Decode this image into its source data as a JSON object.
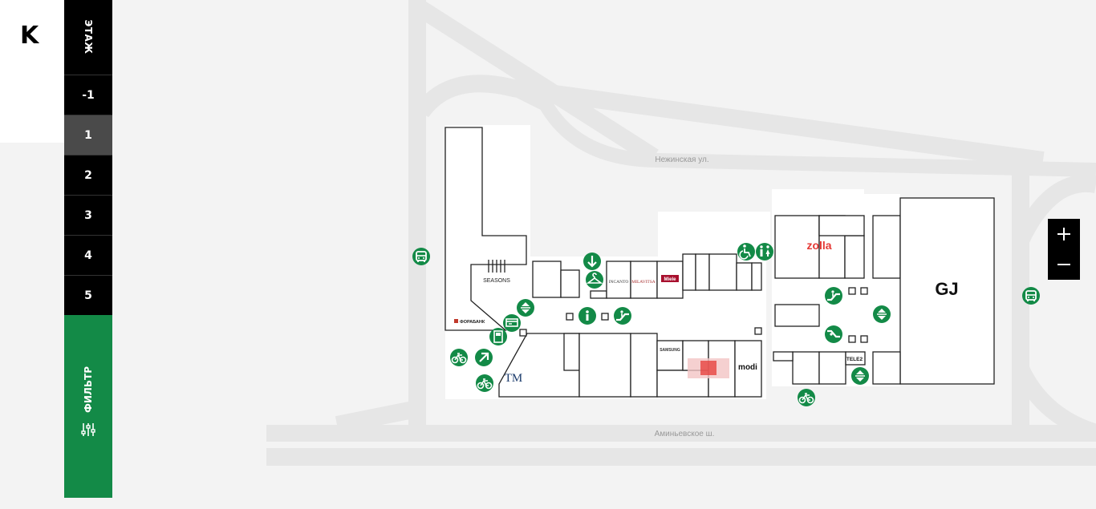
{
  "logo": {
    "text": "K"
  },
  "floor_selector": {
    "title": "ЭТАЖ",
    "floors": [
      "-1",
      "1",
      "2",
      "3",
      "4",
      "5"
    ],
    "active": "1"
  },
  "filter": {
    "label": "ФИЛЬТР"
  },
  "zoom": {
    "in_icon": "plus-icon",
    "out_icon": "minus-icon"
  },
  "streets": {
    "north": "Нежинская ул.",
    "south": "Аминьевское ш."
  },
  "shops": {
    "seasons": "SEASONS",
    "forabank": "ФОРАБАНК",
    "incanto": "INCANTO",
    "milavitsa": "MILAVITSA",
    "miele": "Miele",
    "zolla": "zolla",
    "gj": "GJ",
    "samsung": "SAMSUNG",
    "modi": "modi",
    "tm": "TM",
    "tele2": "TELE2"
  },
  "colors": {
    "accent": "#138a47",
    "dark": "#000000",
    "active_floor": "#4a4a4a"
  }
}
